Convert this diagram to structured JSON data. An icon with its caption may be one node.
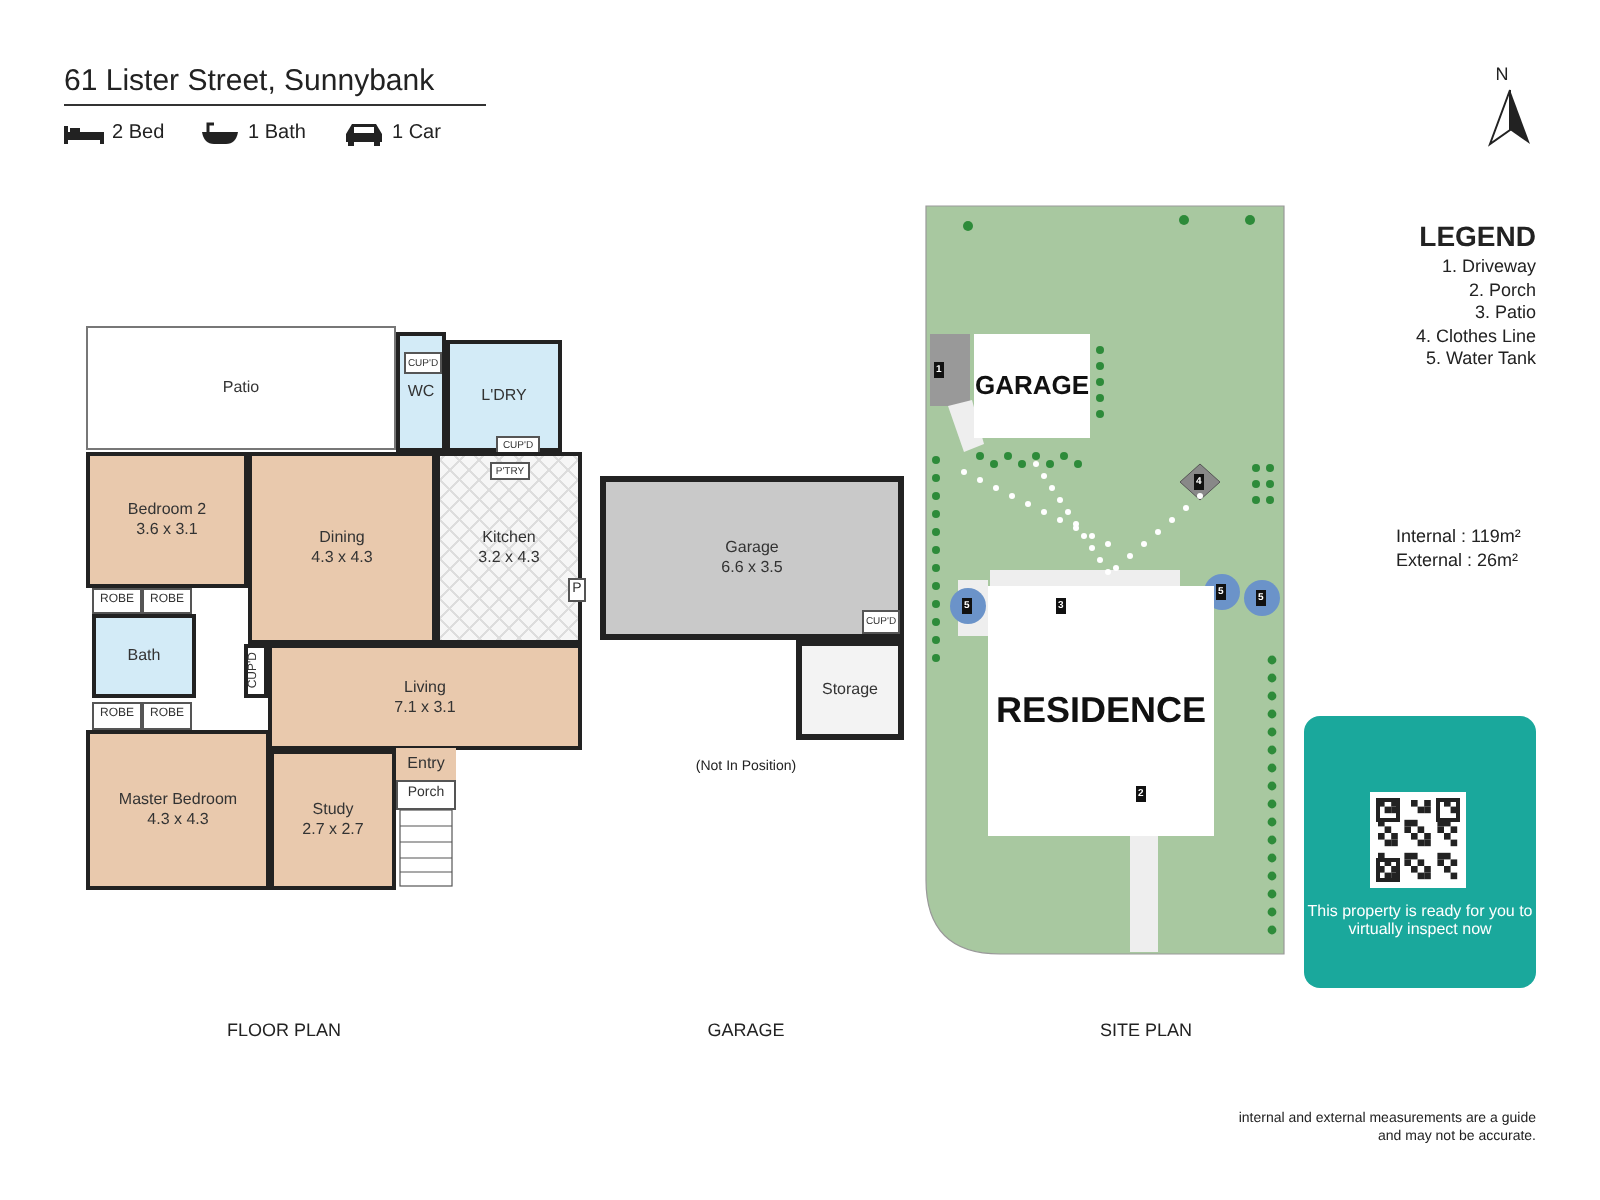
{
  "diagram": {
    "title": "61 Lister Street, Sunnybank",
    "nodes": [
      {
        "text": [
          "Patio"
        ]
      },
      {
        "text": [
          "WC"
        ]
      },
      {
        "text": [
          "CUP'D"
        ],
        "in": 1
      },
      {
        "text": [
          "L'DRY"
        ]
      },
      {
        "text": [
          "CUP'D"
        ],
        "in": 3
      },
      {
        "text": [
          "Bedroom 2",
          "3.6 x 3.1"
        ]
      },
      {
        "text": [
          "Dining",
          "4.3 x 4.3"
        ]
      },
      {
        "text": [
          "Kitchen",
          "3.2 x 4.3"
        ]
      },
      {
        "text": [
          "P'TRY"
        ],
        "in": 7
      },
      {
        "text": [
          "P"
        ],
        "in": 7
      },
      {
        "text": [
          "ROBE"
        ]
      },
      {
        "text": [
          "ROBE"
        ]
      },
      {
        "text": [
          "Bath"
        ]
      },
      {
        "text": [
          "CUP'D"
        ]
      },
      {
        "text": [
          "Living",
          "7.1 x 3.1"
        ]
      },
      {
        "text": [
          "ROBE"
        ]
      },
      {
        "text": [
          "ROBE"
        ]
      },
      {
        "text": [
          "Master Bedroom",
          "4.3 x 4.3"
        ]
      },
      {
        "text": [
          "Study",
          "2.7 x 2.7"
        ]
      },
      {
        "text": [
          "Entry"
        ]
      },
      {
        "text": [
          "Porch"
        ]
      },
      {
        "text": [
          "Garage",
          "6.6 x 3.5"
        ]
      },
      {
        "text": [
          "CUP'D"
        ],
        "in": 21
      },
      {
        "text": [
          "Storage"
        ]
      },
      {
        "text": [
          "GARAGE"
        ]
      },
      {
        "text": [
          "RESIDENCE"
        ]
      },
      {
        "text": [
          "This property is ready for you to virtually inspect now"
        ]
      }
    ],
    "labels": [
      "2 Bed",
      "1 Bath",
      "1 Car",
      "N",
      "LEGEND",
      "Internal  : 119m²",
      "External :   26m²",
      "(Not In Position)",
      "1",
      "4",
      "5",
      "3",
      "5",
      "5",
      "2",
      "FLOOR PLAN",
      "GARAGE",
      "SITE PLAN",
      "internal and external measurements are a guide and may not be accurate."
    ],
    "legend": [
      {
        "text": "1. Driveway"
      },
      {
        "text": "2. Porch"
      },
      {
        "text": "3. Patio"
      },
      {
        "text": "4. Clothes Line"
      },
      {
        "text": "5. Water Tank"
      }
    ]
  }
}
